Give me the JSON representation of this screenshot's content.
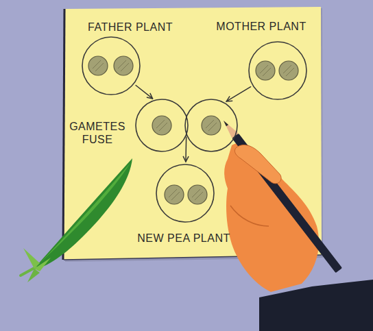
{
  "diagram": {
    "nodes": [
      {
        "text": [
          "FATHER PLANT"
        ]
      },
      {
        "text": [
          "MOTHER PLANT"
        ]
      },
      {
        "text": [
          "GAMETES FUSE"
        ]
      },
      {
        "text": [
          "NEW PEA PLANT"
        ]
      }
    ],
    "edges": [
      {
        "from": 0,
        "to": 2,
        "arrow": "to"
      },
      {
        "from": 1,
        "to": 2,
        "arrow": "to"
      },
      {
        "from": 2,
        "to": 3,
        "arrow": "to"
      }
    ]
  }
}
